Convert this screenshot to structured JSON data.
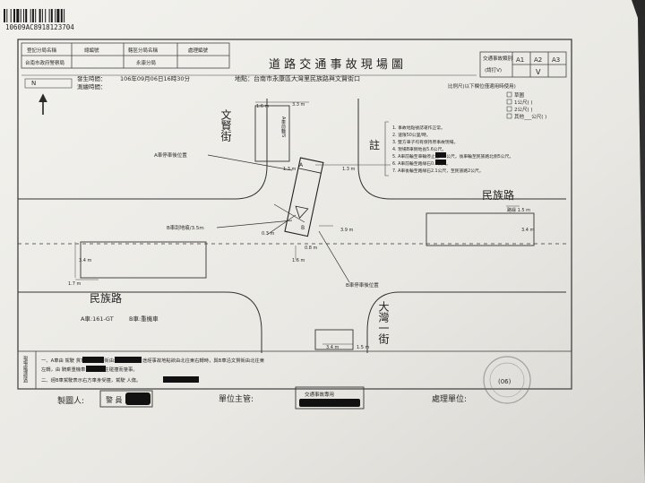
{
  "barcode_text": "10609AC8918123704",
  "header": {
    "cells_row1": [
      "登記分局名稱",
      "總編號",
      "轄區分局名稱",
      "處理編號"
    ],
    "cells_row2": [
      "台南市政府警察局",
      "",
      "永康分局",
      ""
    ],
    "title": "道 路 交 通 事 故 現 場 圖",
    "location": "地點：台南市永康區大灣里民族路與文賢街口",
    "occurrence_label": "發生時間：",
    "occurrence_value": "106年09月06日16時30分",
    "survey_label": "測繪時間：",
    "legend_label": "比例尺(以下欄位僅適用時使用)",
    "legend_options": [
      "草圖",
      "1公尺(   )",
      "2公尺(   )",
      "其他___公尺(   )"
    ],
    "accident_type_label": "交通事故類別",
    "accident_type_sub": "(請打V)",
    "accident_types": [
      "A1",
      "A2",
      "A3"
    ],
    "accident_type_marks": [
      "",
      "V",
      ""
    ]
  },
  "north_label": "N",
  "roads": {
    "wenxian_top": "文賢街",
    "minzu_right": "民族路",
    "minzu_left": "民族路",
    "dawan_bottom": "大灣一街"
  },
  "notes": {
    "heading": "註",
    "lines": [
      "1. 事故地點號誌運作正常。",
      "2. 速限50公里/時。",
      "3. 雙方車子均有保持原事故現場。",
      "4. 現場B車倒地長5.6公尺。",
      "5. A車前輪至車輛停止處1.8公尺，後車輪至民族路北側5公尺。",
      "6. A車前輪至路緣石0.8公尺。",
      "7. A車後輪至路緣石2.1公尺，至民族路2公尺。"
    ]
  },
  "labels": {
    "a_stop": "A車停車後位置",
    "b_slide": "B車刮地痕/3.5m",
    "b_stop": "B車停車後位置",
    "vehicle_a_type": "A車:161-GT",
    "vehicle_b_type": "B車:重機車",
    "vehicle_a_mark": "A",
    "vehicle_b_mark": "B"
  },
  "measurements": [
    "1.6 m",
    "3.3 m",
    "1.3 m",
    "1.3 m",
    "3.9 m",
    "1.6 m",
    "0.3 m",
    "3.4 m",
    "1.7 m",
    "路緣 1.5 m",
    "3.4 m",
    "3.4 m",
    "1.5 m",
    "0.8 m"
  ],
  "description": {
    "side_label": "現場處理經過",
    "line1": "一、A車由       駕駛       貨車，沿文賢街由北往南直行，途經事故地點欲由北往東右轉時，與B車沿文賢街由北往東",
    "line2": "      左轉，由          騎乘重機車，雙方發生碰撞而肇事。",
    "line3": "二、經B車駕駛表示右方車身受撞，駕駛           人傷。"
  },
  "footer": {
    "drawer_label": "製圖人:",
    "drawer_value": "警 員",
    "supervisor_label": "單位主管:",
    "supervisor_box_title": "交通事故專用",
    "unit_label": "處理單位:",
    "stamp_text": "(06)"
  },
  "colors": {
    "paper": "#ecebe6",
    "ink": "#2a2a2a",
    "redaction": "#111111"
  }
}
